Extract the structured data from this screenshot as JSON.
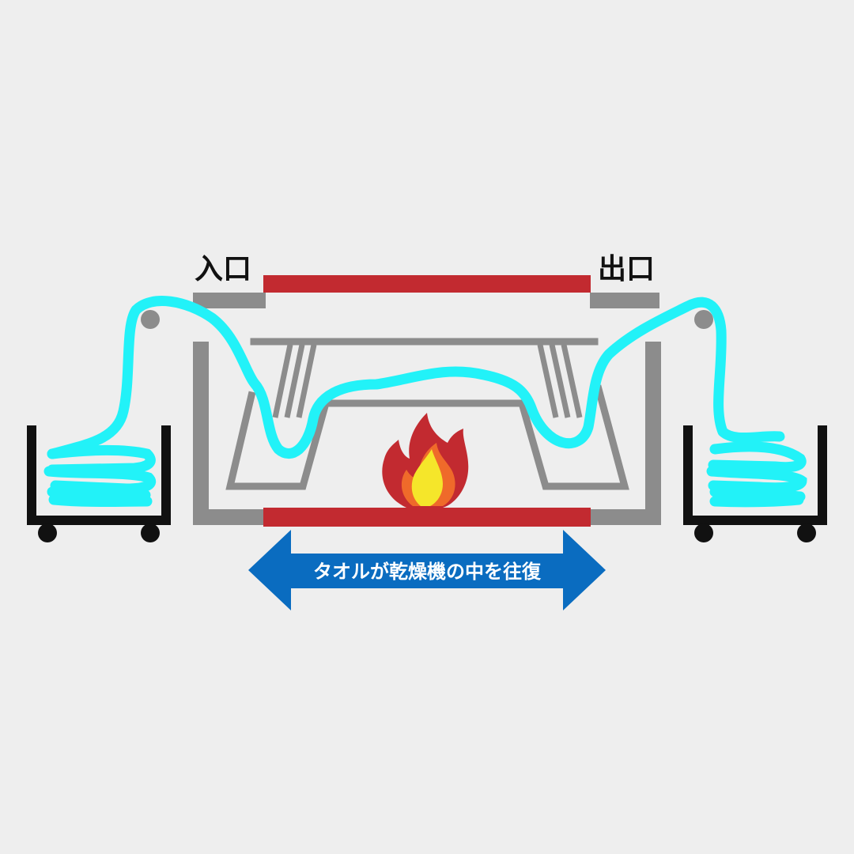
{
  "labels": {
    "entrance": "入口",
    "exit": "出口",
    "caption": "タオルが乾燥機の中を往復"
  },
  "colors": {
    "background": "#eeeeee",
    "frame": "#8c8c8c",
    "heater": "#c22a30",
    "towel": "#22f2f8",
    "arrow": "#0a6cc0",
    "cart": "#111111",
    "flame_outer": "#c22a30",
    "flame_mid": "#ef6a2a",
    "flame_inner": "#f5e62a"
  },
  "icons": {
    "heat": "flame-icon",
    "direction": "double-arrow-icon"
  }
}
